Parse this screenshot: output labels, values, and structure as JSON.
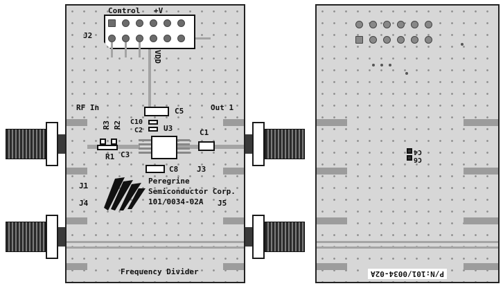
{
  "top_board": {
    "labels": {
      "control": "Control",
      "vplus": "+V",
      "j2": "J2",
      "vdd": "VDD",
      "rf_in": "RF In",
      "out1": "Out 1",
      "r3": "R3",
      "r2": "R2",
      "r1": "R1",
      "c10": "C10",
      "c2": "C2",
      "c3": "C3",
      "c5": "C5",
      "u3": "U3",
      "c1": "C1",
      "c8": "C8",
      "j3": "J3",
      "j1": "J1",
      "j4": "J4",
      "j5": "J5",
      "company_line1": "Peregrine",
      "company_line2": "Semiconductor Corp.",
      "part_number": "101/0034-02A",
      "footer": "Frequency Divider"
    }
  },
  "bottom_board": {
    "labels": {
      "c4": "C4",
      "c6": "C6",
      "mirrored_part": "P/N:101/0034-02A"
    }
  }
}
